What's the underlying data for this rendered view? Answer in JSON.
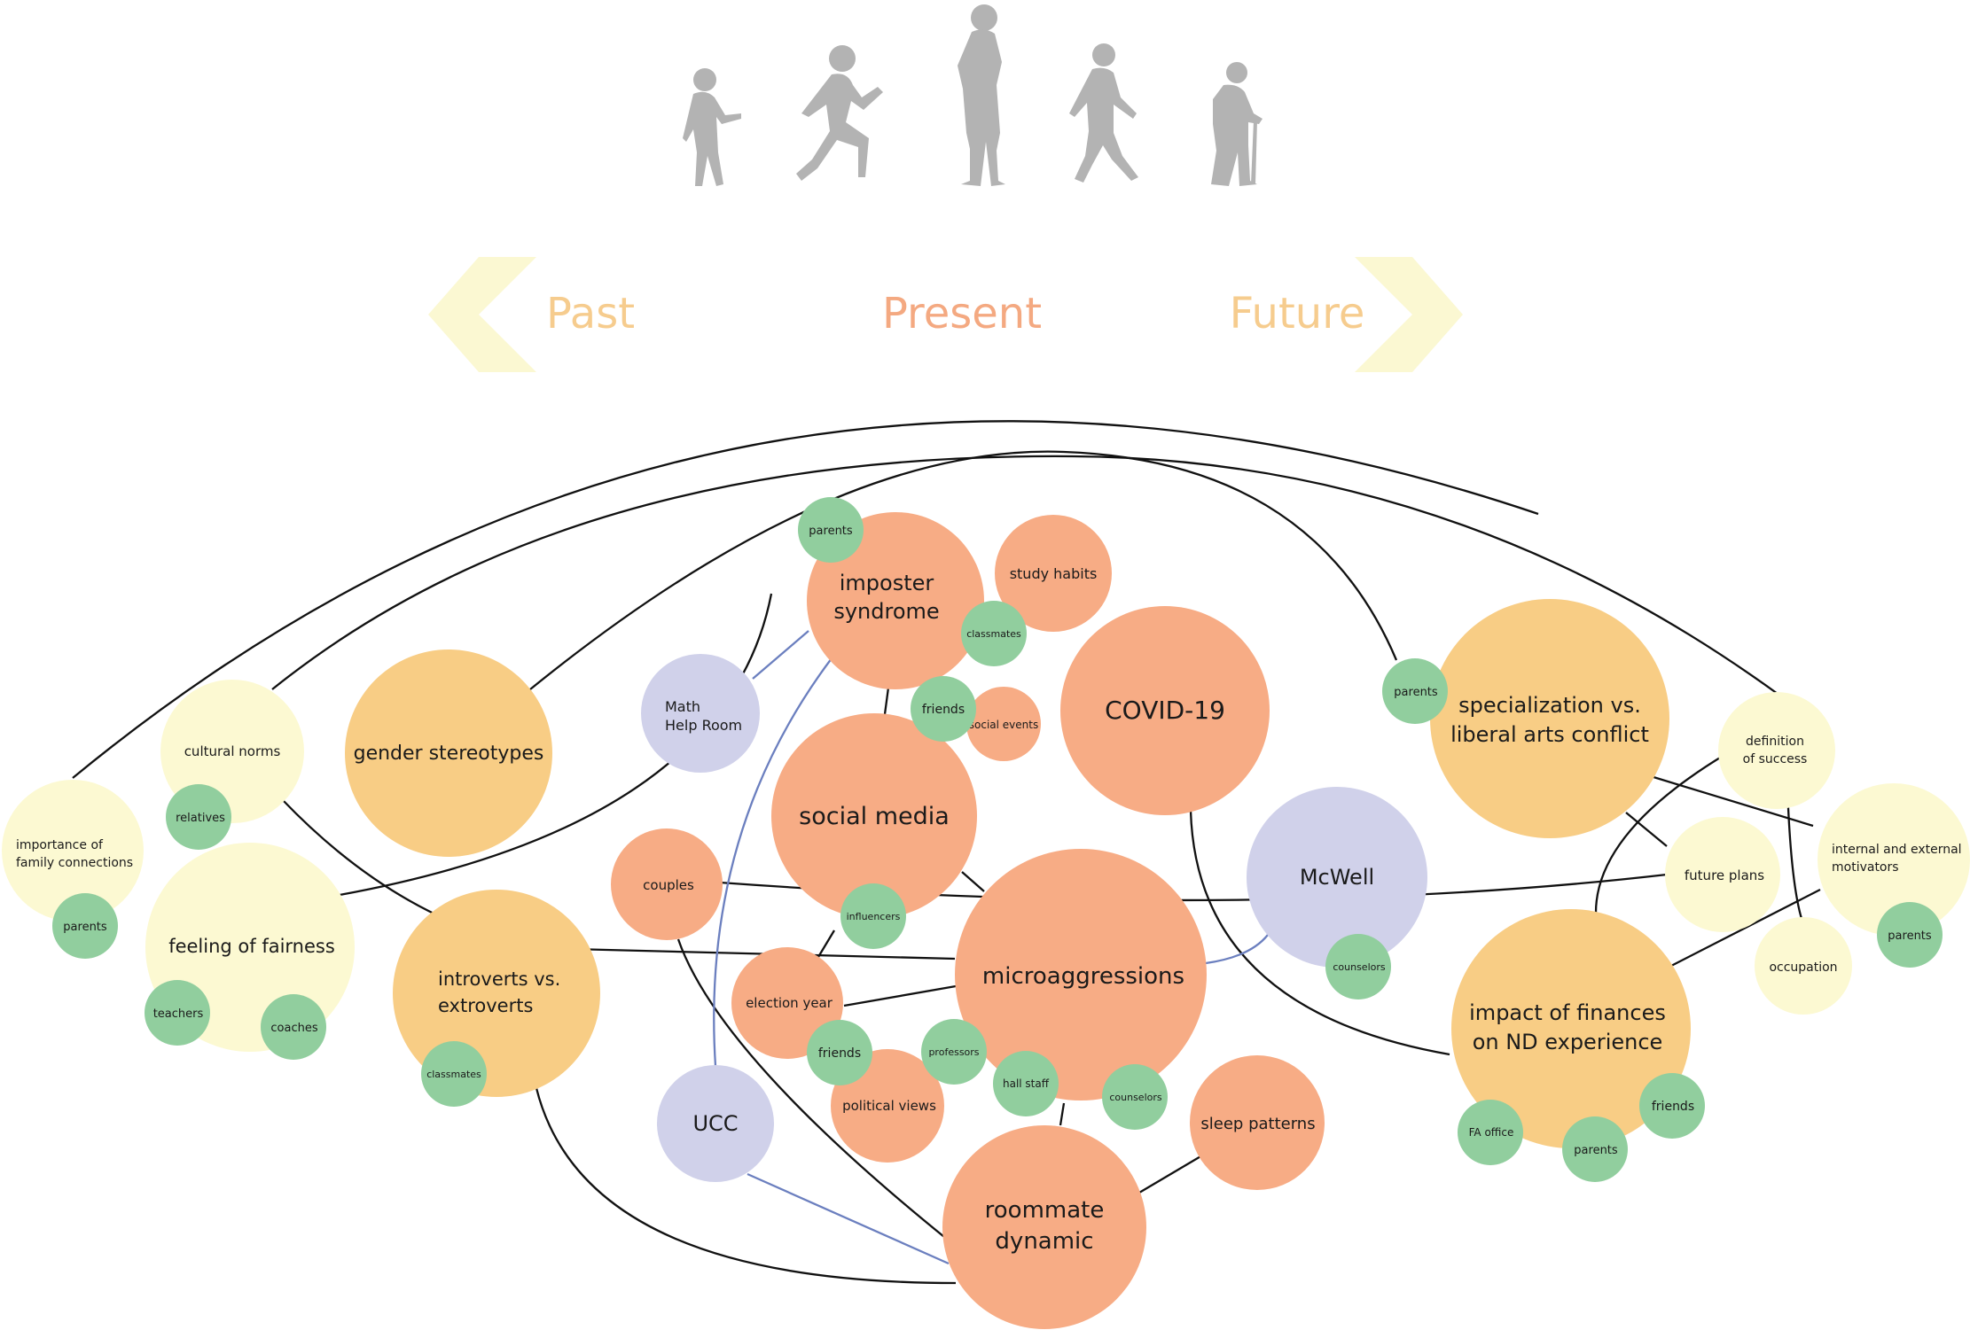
{
  "timeline": {
    "past_label": "Past",
    "present_label": "Present",
    "future_label": "Future"
  },
  "figures": [
    "child-figure",
    "runner-figure",
    "standing-adult-figure",
    "walking-adult-figure",
    "elderly-figure-with-cane"
  ],
  "colors": {
    "present_topic": "#F7AC85",
    "past_or_future_topic": "#F8CD85",
    "light_topic": "#FCF9D2",
    "resource": "#D0D1EA",
    "people": "#91CE9E",
    "line": "#111111",
    "resource_line": "#6B7FBF",
    "silhouette": "#B3B3B3",
    "arrow": "#FBF8D2",
    "past_label": "#F6CC8E",
    "present_label": "#F4A981",
    "future_label": "#F6CC8E"
  },
  "nodes": {
    "imposter_syndrome": "imposter\nsyndrome",
    "study_habits": "study habits",
    "math_help_room": "Math\nHelp Room",
    "social_media": "social media",
    "social_events": "social events",
    "covid": "COVID-19",
    "couples": "couples",
    "microaggressions": "microaggressions",
    "election_year": "election year",
    "political_views": "political views",
    "ucc": "UCC",
    "mcwell": "McWell",
    "roommate_dynamic": "roommate\ndynamic",
    "sleep_patterns": "sleep patterns",
    "gender_stereotypes": "gender stereotypes",
    "cultural_norms": "cultural norms",
    "importance_family": "importance of\nfamily connections",
    "feeling_fairness": "feeling of fairness",
    "introverts_extroverts": "introverts vs.\nextroverts",
    "specialization": "specialization vs.\nliberal arts conflict",
    "definition_success": "definition\nof success",
    "future_plans": "future plans",
    "internal_external": "internal and external\nmotivators",
    "occupation": "occupation",
    "impact_finances": "impact of finances\non ND experience"
  },
  "people": {
    "parents_imposter": "parents",
    "classmates_imposter": "classmates",
    "friends_social": "friends",
    "influencers": "influencers",
    "relatives": "relatives",
    "parents_family": "parents",
    "teachers": "teachers",
    "coaches": "coaches",
    "classmates_introverts": "classmates",
    "friends_political": "friends",
    "professors": "professors",
    "hall_staff": "hall staff",
    "counselors_micro": "counselors",
    "counselors_mcwell": "counselors",
    "parents_specialization": "parents",
    "parents_motivators": "parents",
    "fa_office": "FA office",
    "parents_finances": "parents",
    "friends_finances": "friends"
  }
}
